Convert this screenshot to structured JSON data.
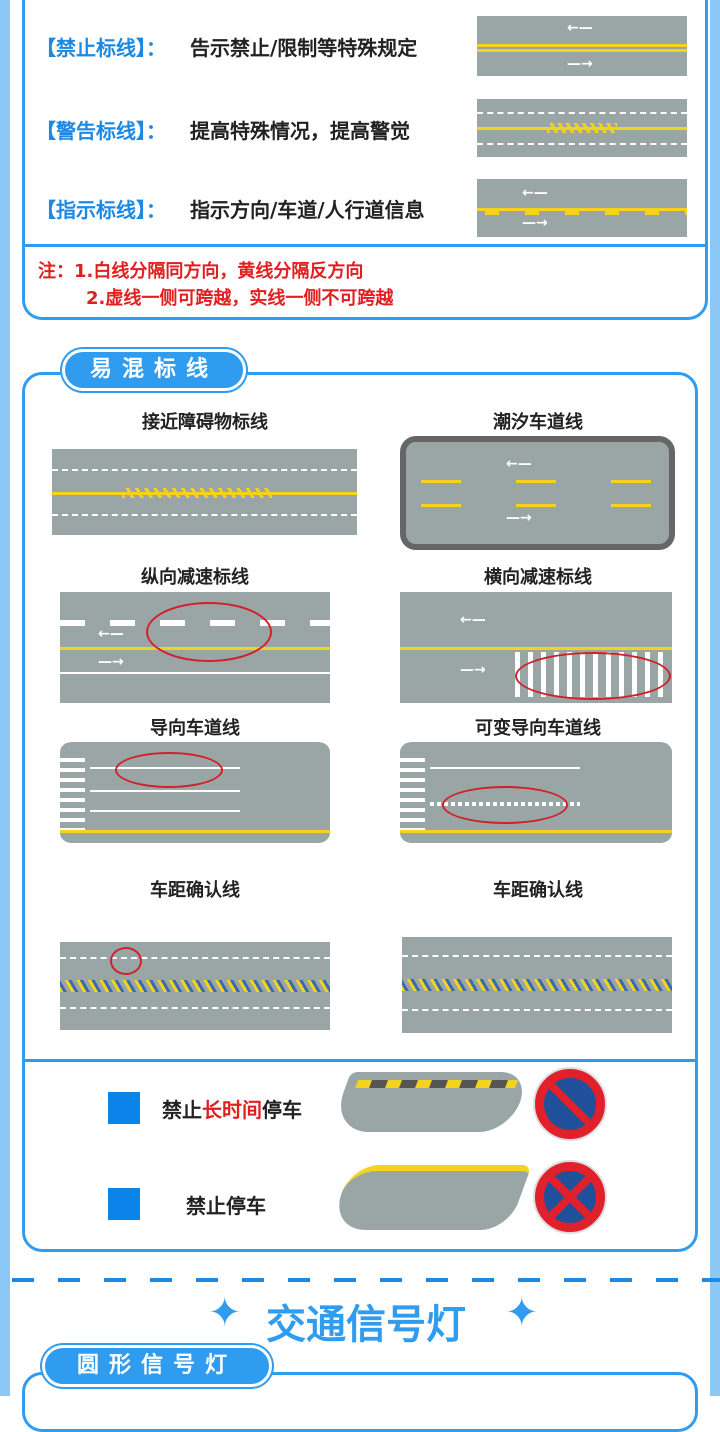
{
  "markings": [
    {
      "label": "【禁止标线】：",
      "desc": "告示禁止/限制等特殊规定"
    },
    {
      "label": "【警告标线】：",
      "desc": "提高特殊情况，提高警觉"
    },
    {
      "label": "【指示标线】：",
      "desc": "指示方向/车道/人行道信息"
    }
  ],
  "notes": [
    "注：1.白线分隔同方向，黄线分隔反方向",
    "2.虚线一侧可跨越，实线一侧不可跨越"
  ],
  "confusing": {
    "title": "易混标线",
    "items": [
      "接近障碍物标线",
      "潮汐车道线",
      "纵向减速标线",
      "横向减速标线",
      "导向车道线",
      "可变导向车道线",
      "车距确认线",
      "车距确认线"
    ]
  },
  "parking": [
    {
      "pre": "禁止",
      "highlight": "长时间",
      "post": "停车",
      "highlight_color": "#e02020"
    },
    {
      "label": "禁止停车"
    }
  ],
  "signals": {
    "title": "交通信号灯",
    "subtitle": "圆形信号灯"
  },
  "colors": {
    "accent": "#2f9cf0",
    "warning": "#e02020",
    "road": "#9aa6a6",
    "yellow": "#f4d31c"
  }
}
